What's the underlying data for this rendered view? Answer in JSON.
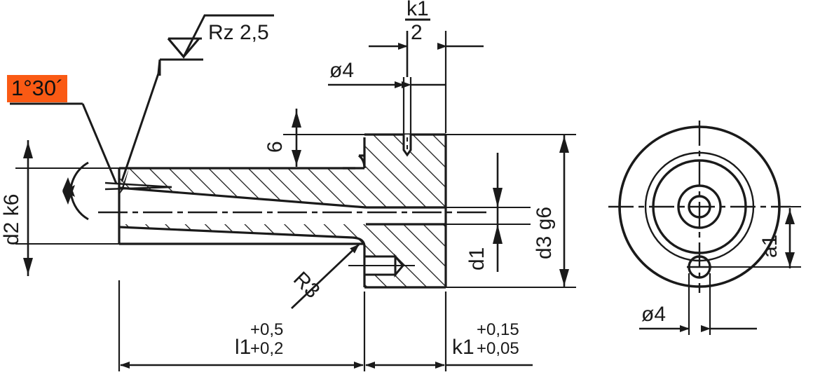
{
  "drawing": {
    "title": "Tapered shaft with flange — sectional engineering drawing",
    "line_color": "#1a1a1a",
    "highlight_color": "#fa5a14",
    "background_color": "#ffffff"
  },
  "annotations": {
    "angle_callout": {
      "label": "1°30´",
      "highlighted": true,
      "highlight_color": "#fa5a14"
    },
    "surface_finish": {
      "label": "Rz 2,5",
      "symbol": "surface-roughness-triangle"
    },
    "radius": {
      "label": "R3"
    }
  },
  "dimensions": {
    "d2": {
      "label": "d2",
      "tolerance_class": "k6",
      "full": "d2 k6",
      "orientation": "vertical-left"
    },
    "d1": {
      "label": "d1",
      "orientation": "vertical-right"
    },
    "d3": {
      "label": "d3",
      "tolerance_class": "g6",
      "full": "d3 g6",
      "orientation": "vertical-right"
    },
    "depth6": {
      "label": "6"
    },
    "hole_dia_front": {
      "label": "ø4"
    },
    "hole_dia_end": {
      "label": "ø4"
    },
    "k1_half": {
      "numerator": "k1",
      "denominator": "2"
    },
    "a1": {
      "label": "a1"
    },
    "l1": {
      "label": "l1",
      "upper_tolerance": "+0,5",
      "lower_tolerance": "+0,2"
    },
    "k1": {
      "label": "k1",
      "upper_tolerance": "+0,15",
      "lower_tolerance": "+0,05"
    }
  }
}
